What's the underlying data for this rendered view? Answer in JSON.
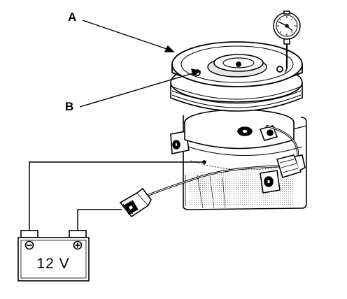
{
  "callouts": {
    "a": "A",
    "b": "B"
  },
  "battery": {
    "voltage_label": "12 V",
    "negative_symbol": "⊖",
    "positive_symbol": "⊕"
  },
  "colors": {
    "line": "#000000",
    "background": "#ffffff",
    "shade": "#cfcfcf"
  }
}
